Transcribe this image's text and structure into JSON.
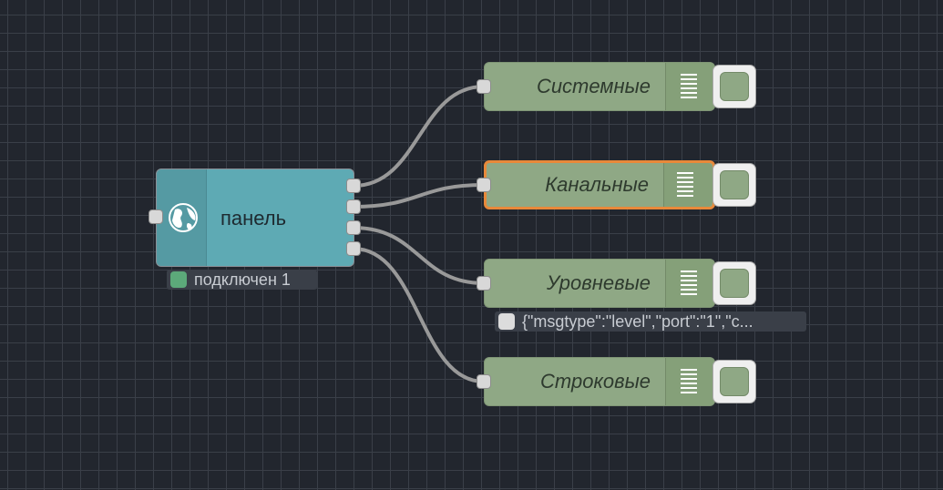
{
  "source_node": {
    "label": "панель",
    "icon": "globe-icon",
    "status_text": "подключен 1",
    "status_color": "#5ca97a"
  },
  "debug_nodes": [
    {
      "label": "Системные",
      "icon": "list-lines-icon",
      "selected": false
    },
    {
      "label": "Канальные",
      "icon": "list-lines-icon",
      "selected": true
    },
    {
      "label": "Уровневые",
      "icon": "list-lines-icon",
      "selected": false,
      "status_text": "{\"msgtype\":\"level\",\"port\":\"1\",\"c..."
    },
    {
      "label": "Строковые",
      "icon": "list-lines-icon",
      "selected": false
    }
  ],
  "colors": {
    "canvas_bg": "#22262e",
    "grid": "#3a3f48",
    "source_node": "#5eaab4",
    "debug_node": "#8fa885",
    "selection": "#e8893a",
    "wire": "#999999"
  }
}
